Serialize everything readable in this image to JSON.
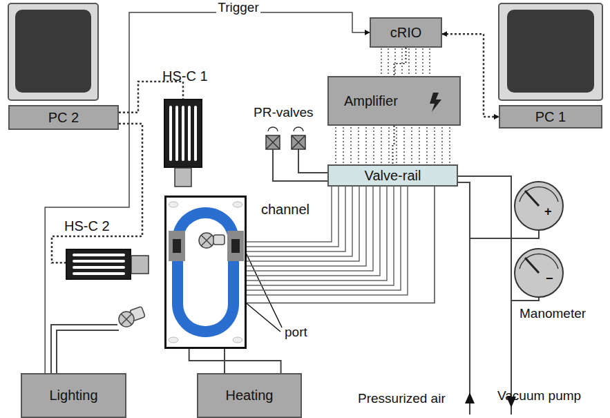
{
  "diagram": {
    "nodes": [
      {
        "text": [
          "PC 2"
        ]
      },
      {
        "text": [
          "cRIO"
        ]
      },
      {
        "text": [
          "Amplifier"
        ]
      },
      {
        "text": [
          "PC 1"
        ]
      },
      {
        "text": [
          "Valve-rail"
        ]
      },
      {
        "text": [
          "Lighting"
        ]
      },
      {
        "text": [
          "Heating"
        ]
      },
      {
        "text": [
          "HS-C 1"
        ]
      },
      {
        "text": [
          "HS-C 2"
        ]
      },
      {
        "text": [
          "channel"
        ]
      }
    ],
    "edges": [
      {
        "from": 0,
        "to": 7,
        "arrow": "none"
      },
      {
        "from": 0,
        "to": 8,
        "arrow": "none"
      },
      {
        "from": 1,
        "to": 3,
        "arrow": "both"
      },
      {
        "from": 1,
        "to": 2,
        "arrow": "none"
      },
      {
        "from": 2,
        "to": 4,
        "arrow": "none"
      },
      {
        "from": 4,
        "to": 9,
        "arrow": "none"
      },
      {
        "from": 6,
        "to": 9,
        "arrow": "none"
      },
      {
        "from": 5,
        "to": 1,
        "label": "Trigger",
        "arrow": "to"
      }
    ],
    "labels": [
      "PR-valves",
      "port",
      "Manometer",
      "+",
      "−",
      "Pressurized air",
      "Vacuum pump"
    ]
  }
}
